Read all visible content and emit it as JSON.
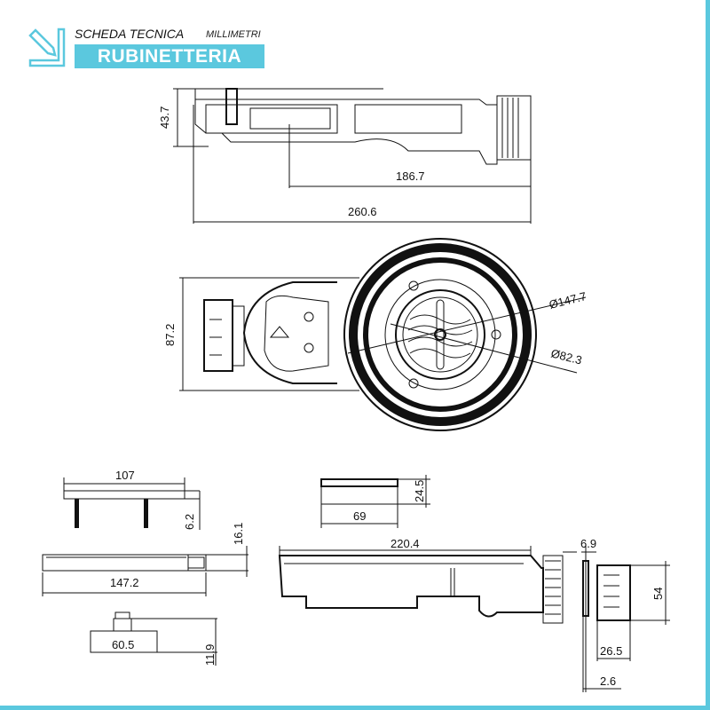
{
  "header": {
    "title": "SCHEDA TECNICA",
    "unit": "MILLIMETRI",
    "brand": "RUBINETTERIA",
    "accent_color": "#5bc8de",
    "icon": "ruler-pencil-icon"
  },
  "dimensions": {
    "side_height": "43.7",
    "outlet_length": "186.7",
    "total_length": "260.6",
    "top_width": "87.2",
    "outer_diameter": "Ø147.7",
    "inner_diameter": "Ø82.3",
    "grid_width": "107",
    "grid_pin": "6.2",
    "cover_height": "16.1",
    "cover_length": "147.2",
    "clip_length": "60.5",
    "clip_height": "11.9",
    "cup_height": "24.5",
    "cup_width": "69",
    "body_length": "220.4",
    "nut_thickness": "6.9",
    "cap_height": "54",
    "cap_depth": "26.5",
    "gasket_thickness": "2.6"
  }
}
